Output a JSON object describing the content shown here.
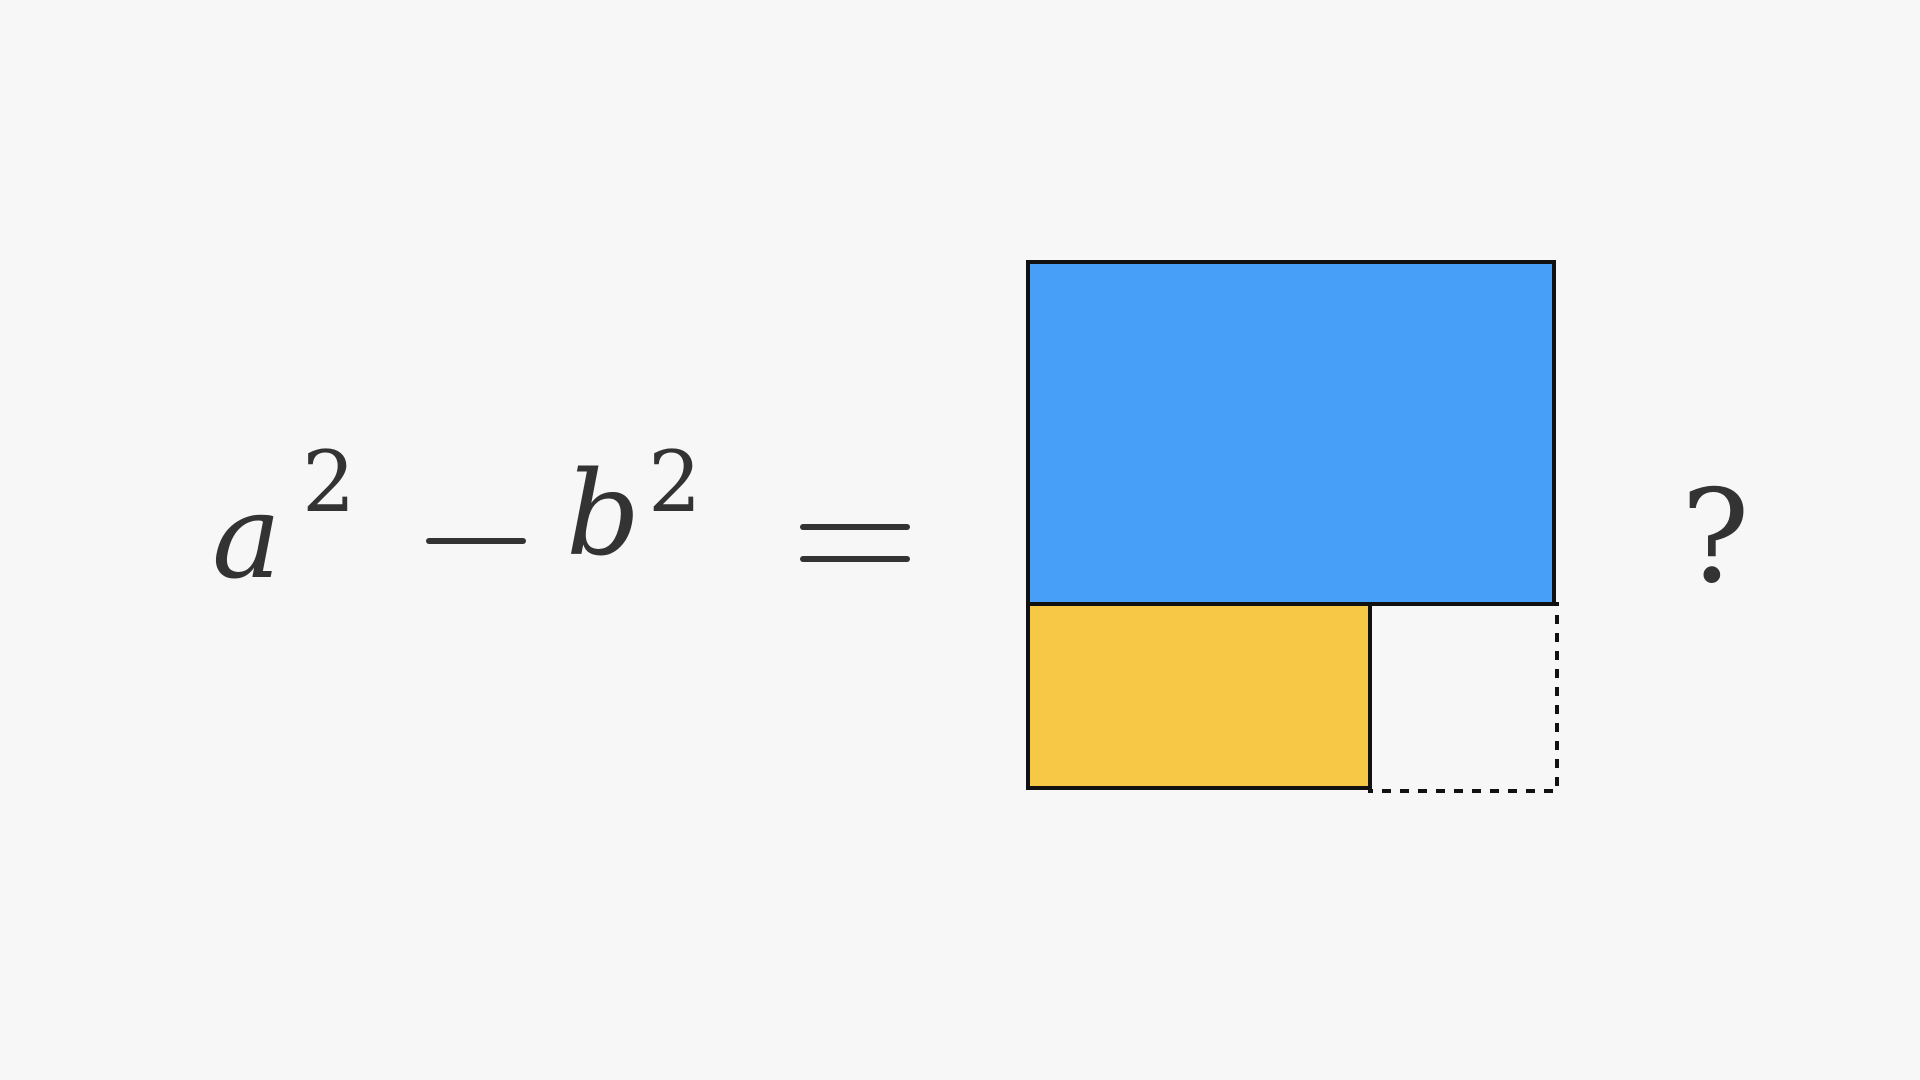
{
  "equation": {
    "term1_base": "a",
    "term1_exponent": "2",
    "operator": "minus",
    "term2_base": "b",
    "term2_exponent": "2",
    "relation": "equals"
  },
  "question_mark": "?",
  "figure": {
    "blue_region_color": "#489ff8",
    "yellow_region_color": "#f6c846",
    "outline_color": "#111111",
    "removed_region_style": "dashed"
  }
}
